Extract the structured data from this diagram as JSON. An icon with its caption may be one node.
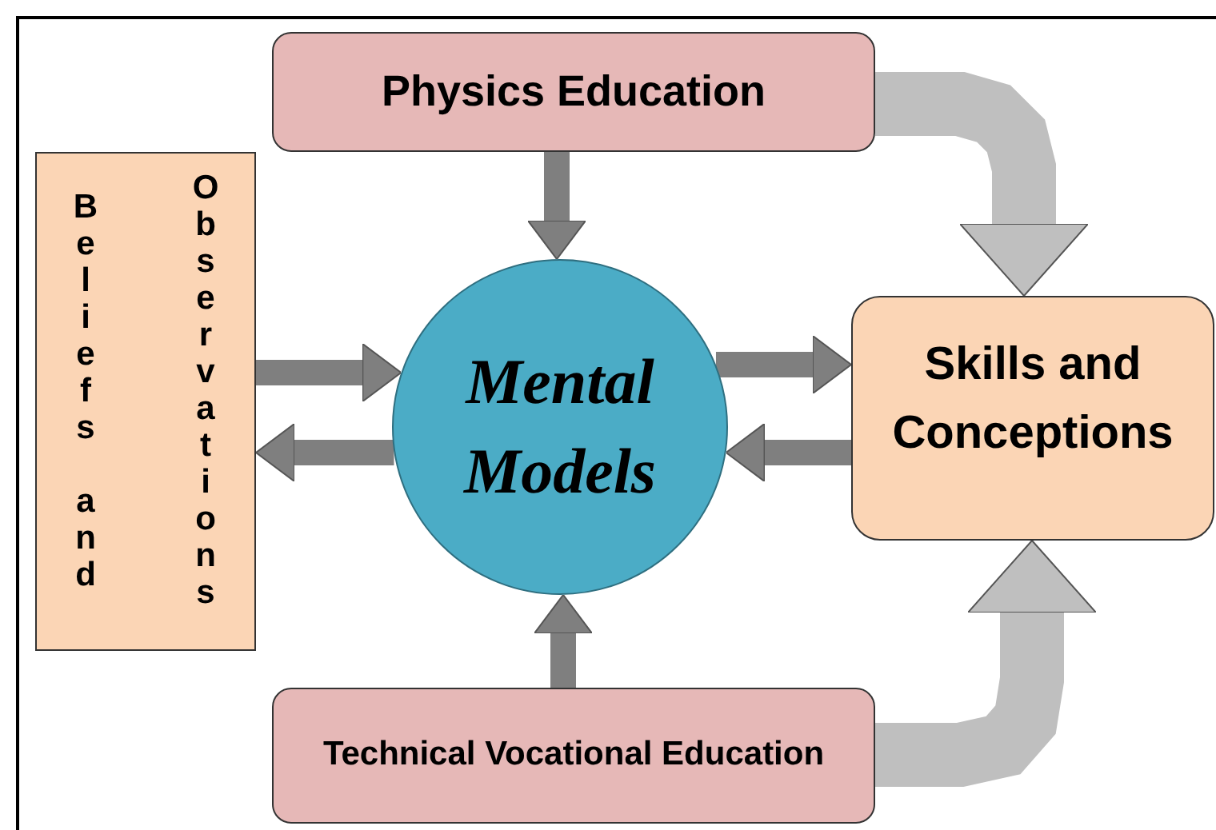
{
  "diagram": {
    "nodes": [
      {
        "text": [
          "Physics Education"
        ]
      },
      {
        "text": [
          "Beliefs and",
          "Observations"
        ]
      },
      {
        "text": [
          "Mental Models"
        ]
      },
      {
        "text": [
          "Skills and Conceptions"
        ]
      },
      {
        "text": [
          "Technical Vocational Education"
        ]
      }
    ],
    "edges": [
      {
        "from": 0,
        "to": 2,
        "arrow": "to"
      },
      {
        "from": 1,
        "to": 2,
        "arrow": "to"
      },
      {
        "from": 2,
        "to": 1,
        "arrow": "to"
      },
      {
        "from": 2,
        "to": 3,
        "arrow": "to"
      },
      {
        "from": 3,
        "to": 2,
        "arrow": "to"
      },
      {
        "from": 4,
        "to": 2,
        "arrow": "to"
      },
      {
        "from": 0,
        "to": 3,
        "arrow": "to",
        "style": "thick",
        "color": "#bfbfbf"
      },
      {
        "from": 4,
        "to": 3,
        "arrow": "to",
        "style": "thick",
        "color": "#bfbfbf"
      }
    ]
  }
}
